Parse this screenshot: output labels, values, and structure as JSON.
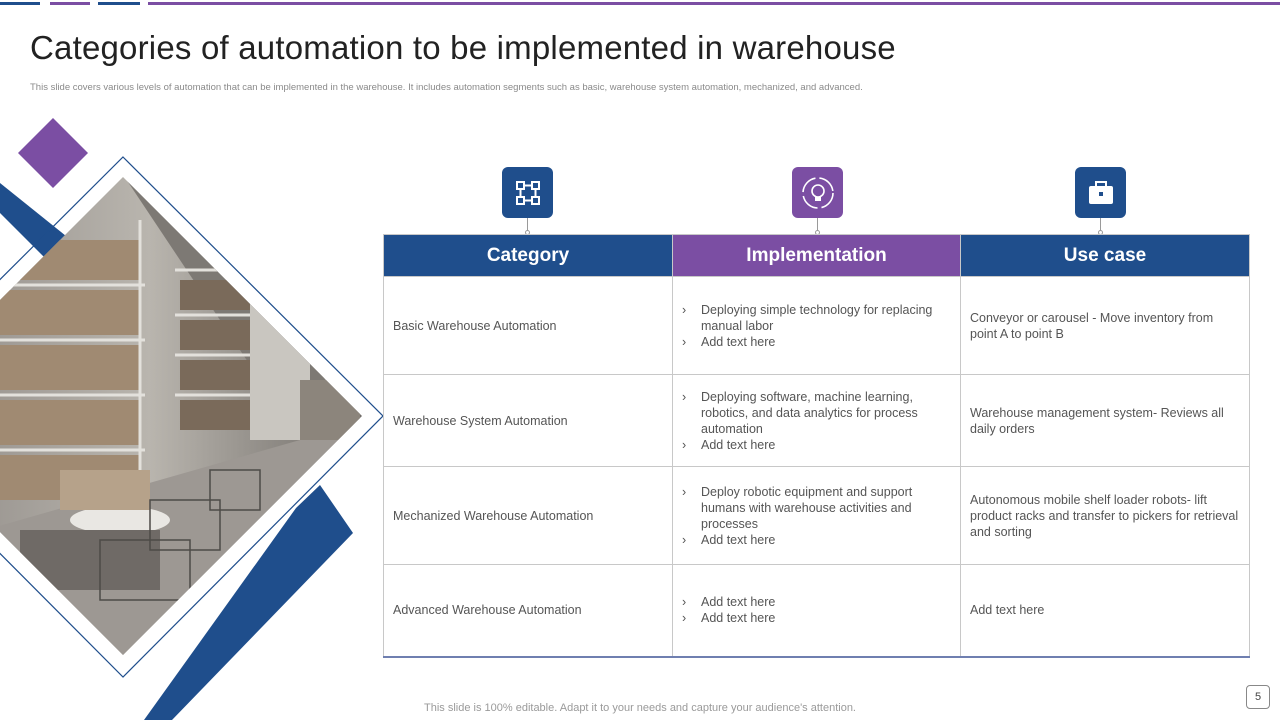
{
  "slide": {
    "title": "Categories of automation to be implemented in warehouse",
    "subtitle": "This slide covers various levels of automation that can be implemented  in the warehouse. It includes automation  segments such as basic, warehouse system automation, mechanized, and advanced.",
    "footer": "This slide is 100% editable. Adapt it to your needs and capture your audience's attention.",
    "page_number": "5"
  },
  "colors": {
    "blue": "#1f4e8c",
    "purple": "#7b4ea3"
  },
  "icons": [
    "network-nodes-icon",
    "lightbulb-cycle-icon",
    "briefcase-icon"
  ],
  "table": {
    "headers": [
      "Category",
      "Implementation",
      "Use case"
    ],
    "rows": [
      {
        "category": "Basic Warehouse  Automation",
        "implementation": [
          "Deploying  simple technology for replacing manual labor",
          "Add text here"
        ],
        "use_case": "Conveyor  or carousel - Move inventory  from point A to point B"
      },
      {
        "category": "Warehouse  System Automation",
        "implementation": [
          "Deploying  software,  machine learning, robotics, and data analytics for process automation",
          "Add text here"
        ],
        "use_case": "Warehouse  management  system- Reviews all daily orders"
      },
      {
        "category": "Mechanized Warehouse  Automation",
        "implementation": [
          "Deploy robotic equipment  and support humans with warehouse  activities and processes",
          "Add text here"
        ],
        "use_case": "Autonomous mobile shelf loader robots- lift product racks and transfer to pickers for retrieval  and sorting"
      },
      {
        "category": "Advanced  Warehouse  Automation",
        "implementation": [
          "Add text here",
          "Add text here"
        ],
        "use_case": "Add text here"
      }
    ]
  }
}
